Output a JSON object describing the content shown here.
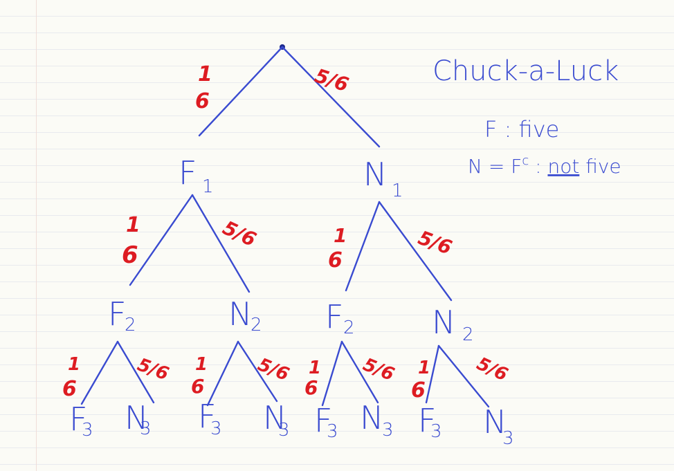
{
  "title": "Chuck-a-Luck",
  "legend": {
    "line1": "F : five",
    "line2": "N = F",
    "line2_sup": "c",
    "line2_rest": " : ",
    "line2_not": "not",
    "line2_end": " five"
  },
  "prob_labels": {
    "one": "1",
    "six": "6",
    "five_sixths": "5/6"
  },
  "nodes": {
    "level1": [
      {
        "letter": "F",
        "sub": "1"
      },
      {
        "letter": "N",
        "sub": "1"
      }
    ],
    "level2": [
      {
        "letter": "F",
        "sub": "2"
      },
      {
        "letter": "N",
        "sub": "2"
      },
      {
        "letter": "F",
        "sub": "2"
      },
      {
        "letter": "N",
        "sub": "2"
      }
    ],
    "level3": [
      {
        "letter": "F",
        "sub": "3"
      },
      {
        "letter": "N",
        "sub": "3"
      },
      {
        "letter": "F",
        "sub": "3"
      },
      {
        "letter": "N",
        "sub": "3"
      },
      {
        "letter": "F",
        "sub": "3"
      },
      {
        "letter": "N",
        "sub": "3"
      },
      {
        "letter": "F",
        "sub": "3"
      },
      {
        "letter": "N",
        "sub": "3"
      }
    ]
  },
  "colors": {
    "ink": "#3a4bd0",
    "probability": "#dd1c22"
  }
}
